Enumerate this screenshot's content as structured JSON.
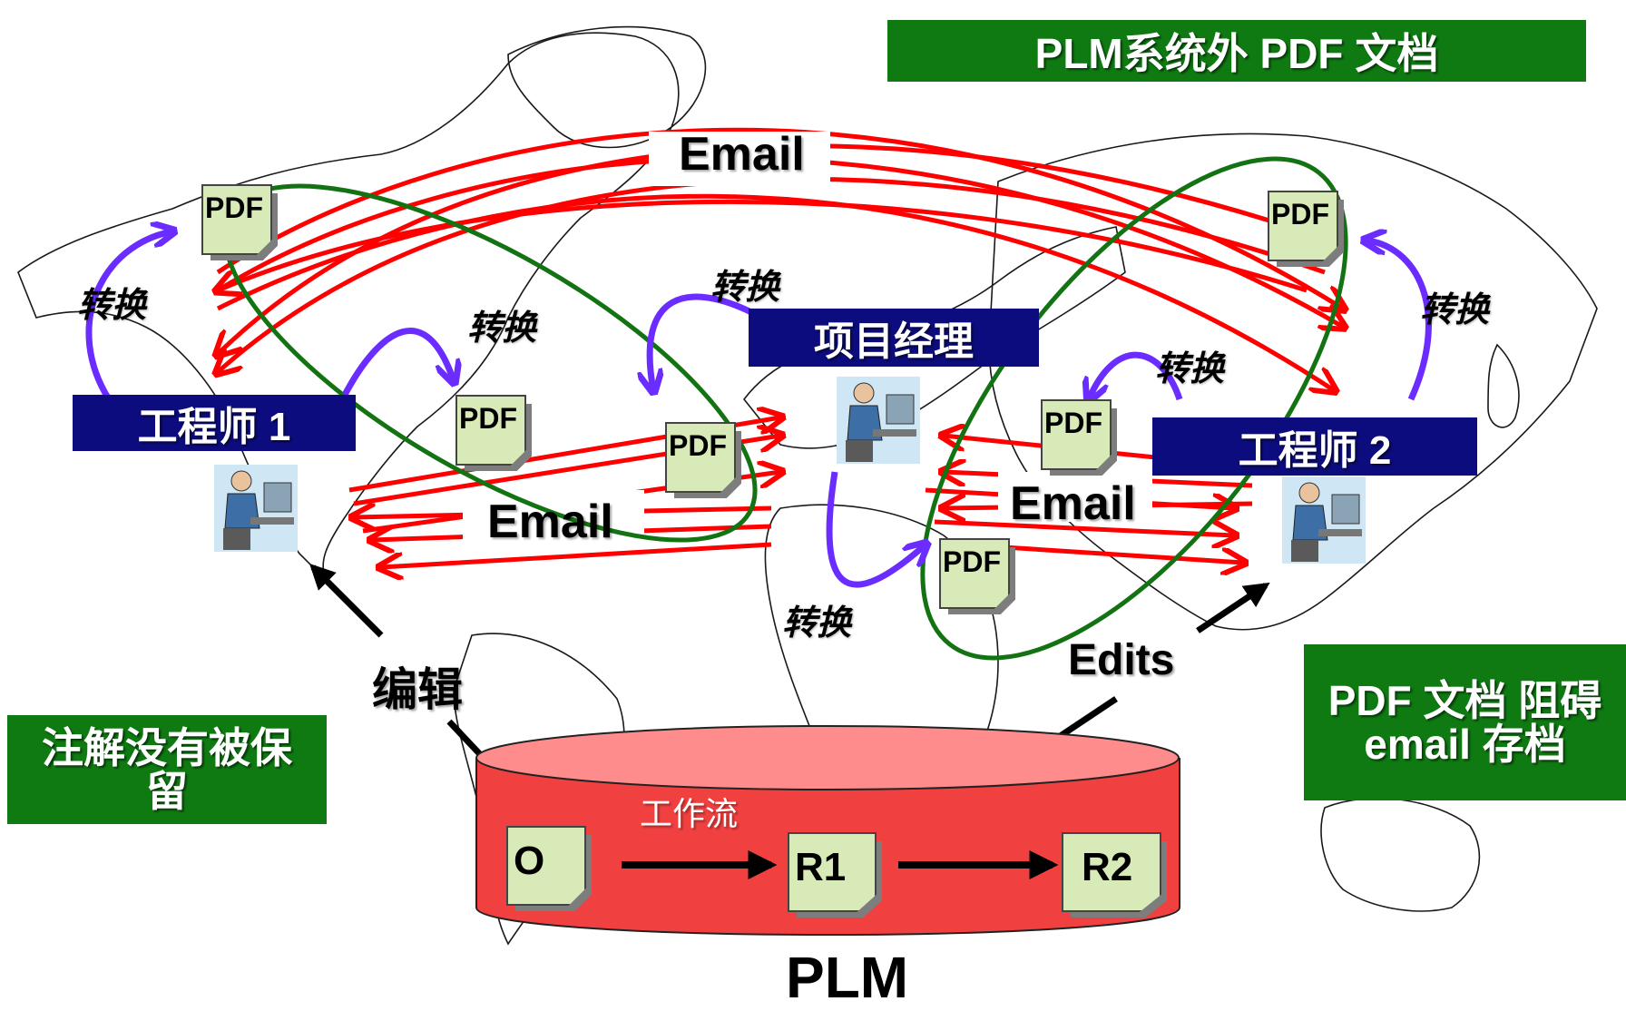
{
  "banner_top": "PLM系统外 PDF 文档",
  "left_note": "注解没有被保留",
  "right_note": "PDF 文档 阻碍 email 存档",
  "roles": {
    "engineer1": "工程师 1",
    "manager": "项目经理",
    "engineer2": "工程师 2"
  },
  "email_labels": [
    "Email",
    "Email",
    "Email"
  ],
  "convert_label": "转换",
  "pdf_label": "PDF",
  "edit_cn": "编辑",
  "edit_en": "Edits",
  "plm": {
    "name": "PLM",
    "workflow": "工作流",
    "steps": [
      "O",
      "R1",
      "R2"
    ],
    "fill": "#f04040",
    "top_fill": "#ff8c8c"
  },
  "colors": {
    "email_line": "#ff0000",
    "convert_arrow": "#6a2cff",
    "group_ellipse": "#137313",
    "banner": "#0f7a12",
    "role_box": "#0c0c7e"
  }
}
